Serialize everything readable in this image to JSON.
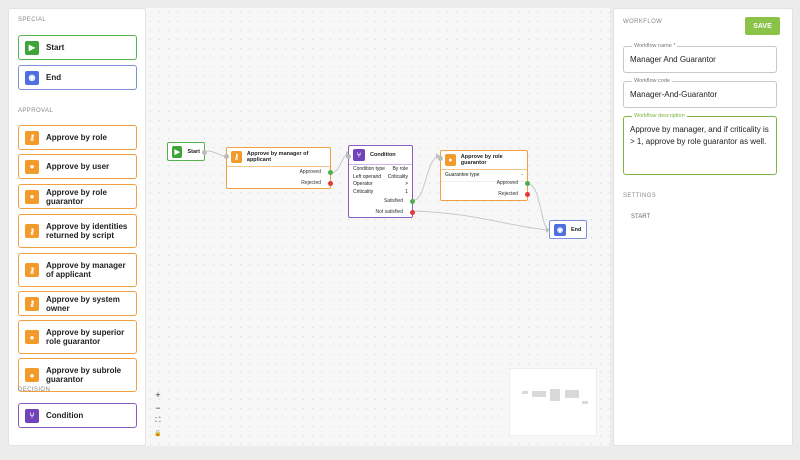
{
  "palette": {
    "special_label": "SPECIAL",
    "approval_label": "APPROVAL",
    "decision_label": "DECISION",
    "special": [
      {
        "label": "Start",
        "icon": "play-icon"
      },
      {
        "label": "End",
        "icon": "stop-icon"
      }
    ],
    "approval": [
      {
        "label": "Approve by role",
        "icon": "key-icon"
      },
      {
        "label": "Approve by user",
        "icon": "user-icon"
      },
      {
        "label": "Approve by role guarantor",
        "icon": "user-icon"
      },
      {
        "label": "Approve by identities returned by script",
        "icon": "key-icon"
      },
      {
        "label": "Approve by manager of applicant",
        "icon": "key-icon"
      },
      {
        "label": "Approve by system owner",
        "icon": "key-icon"
      },
      {
        "label": "Approve by superior role guarantor",
        "icon": "user-icon"
      },
      {
        "label": "Approve by subrole guarantor",
        "icon": "user-icon"
      }
    ],
    "decision": [
      {
        "label": "Condition",
        "icon": "branch-icon"
      }
    ]
  },
  "canvas": {
    "start_node": {
      "label": "Start"
    },
    "manager_node": {
      "label": "Approve by manager of applicant",
      "out_approved": "Approved",
      "out_rejected": "Rejected"
    },
    "condition_node": {
      "label": "Condition",
      "rows": [
        {
          "k": "Condition type",
          "v": "By role"
        },
        {
          "k": "Left operand",
          "v": "Criticality"
        },
        {
          "k": "Operator",
          "v": ">"
        },
        {
          "k": "Criticality",
          "v": "1"
        }
      ],
      "out_satisfied": "Satisfied",
      "out_not_satisfied": "Not satisfied"
    },
    "guarantor_node": {
      "label": "Approve by role guarantor",
      "row_k": "Guarantee type",
      "row_v": "-",
      "out_approved": "Approved",
      "out_rejected": "Rejected"
    },
    "end_node": {
      "label": "End"
    },
    "zoom_controls": {
      "zoom_in": "+",
      "zoom_out": "−",
      "fit": "⛶",
      "lock": "🔒"
    }
  },
  "right_panel": {
    "workflow_label": "WORKFLOW",
    "save_label": "SAVE",
    "name_label": "Workflow name *",
    "name_value": "Manager And Guarantor",
    "code_label": "Workflow code",
    "code_value": "Manager-And-Guarantor",
    "desc_label": "Workflow description",
    "desc_value": "Approve by manager, and if criticality is > 1, approve by role guarantor as well.",
    "settings_label": "SETTINGS",
    "settings_item": "START"
  },
  "colors": {
    "start": "#3fa43b",
    "end": "#4f6fe0",
    "approval": "#f29b2b",
    "decision": "#7242b8",
    "save": "#8bc34a"
  }
}
